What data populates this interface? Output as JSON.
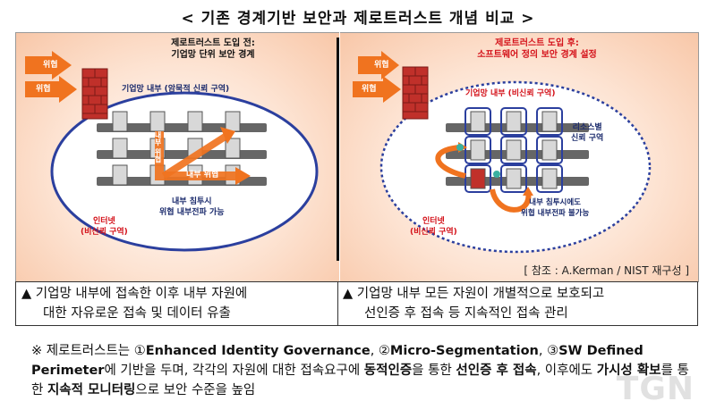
{
  "title": "< 기존 경계기반 보안과 제로트러스트 개념 비교 >",
  "left": {
    "heading_line1": "제로트러스트 도입 전:",
    "heading_line2": "기업망 단위 보안 경계",
    "threat_top": "위협",
    "threat_mid": "위협",
    "zone_label": "기업망 내부 (암묵적 신뢰 구역)",
    "lateral_threat_v": "내부 위협",
    "lateral_threat_h": "내부 위협",
    "insider_line1": "내부 침투시",
    "insider_line2": "위협 내부전파 가능",
    "internet_line1": "인터넷",
    "internet_line2": "(비신뢰 구역)"
  },
  "right": {
    "heading_line1": "제로트러스트 도입 후:",
    "heading_line2": "소프트웨어 정의 보안 경계 설정",
    "threat_top": "위협",
    "threat_mid": "위협",
    "zone_label": "기업망 내부 (비신뢰 구역)",
    "resource_line1": "리소스별",
    "resource_line2": "신뢰 구역",
    "insider_line1": "내부 침투시에도",
    "insider_line2": "위협 내부전파 불가능",
    "internet_line1": "인터넷",
    "internet_line2": "(비신뢰 구역)"
  },
  "source": "[ 참조 : A.Kerman / NIST 재구성 ]",
  "box_left": {
    "line1": "▲ 기업망 내부에 접속한 이후 내부 자원에",
    "line2": "대한 자유로운 접속 및 데이터 유출"
  },
  "box_right": {
    "line1": "▲ 기업망 내부 모든 자원이 개별적으로 보호되고",
    "line2": "선인증 후 접속 등 지속적인 접속 관리"
  },
  "note": {
    "p1": "※ 제로트러스트는 ①",
    "b1": "Enhanced Identity Governance",
    "p2": ", ②",
    "b2": "Micro-Segmentation",
    "p3": ", ③",
    "b3": "SW Defined Perimeter",
    "p4": "에 기반을 두며, 각각의 자원에 대한 접속요구에 ",
    "b4": "동적인증",
    "p5": "을 통한 ",
    "b5": "선인증 후 접속",
    "p6": ", 이후에도 ",
    "b6": "가시성 확보",
    "p7": "를 통한 ",
    "b7": "지속적 모니터링",
    "p8": "으로 보안 수준을 높임"
  },
  "watermark": "TGN",
  "colors": {
    "threat": "#f0731f",
    "wall": "#c0302a",
    "title_red": "#d4121a",
    "ellipse_blue": "#2b3f9e",
    "navy": "#1a2a6c"
  }
}
